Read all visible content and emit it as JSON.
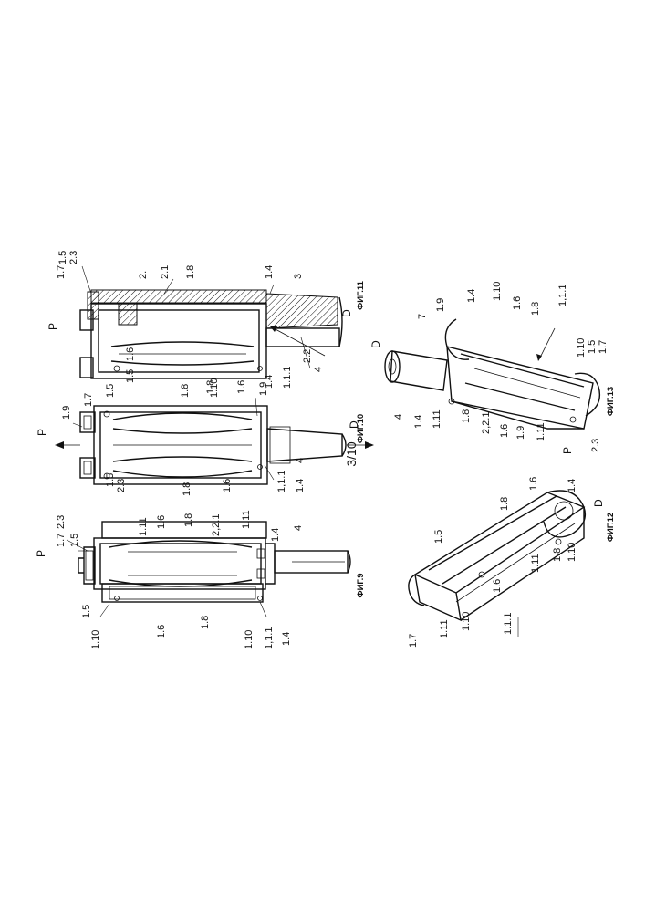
{
  "sheet": {
    "page_number": "3/10",
    "end_labels": {
      "proximal": "P",
      "distal": "D"
    }
  },
  "figures": [
    {
      "id": "fig9",
      "caption": "ФИГ.9",
      "labels": [
        "P",
        "2.3",
        "1.7",
        "1.5",
        "1.11",
        "1.6",
        "1.8",
        "2,2.1",
        "1.11",
        "1.4",
        "4",
        "1.5",
        "1.10",
        "1.6",
        "1.8",
        "1.10",
        "1,1.1",
        "1.4"
      ]
    },
    {
      "id": "fig10",
      "caption": "ФИГ.10",
      "labels": [
        "P",
        "1.9",
        "1.7",
        "1.5",
        "1.8",
        "1.6",
        "1.9",
        "D",
        "1.5",
        "2.3",
        "1.8",
        "1.6",
        "1,1.1",
        "1.4",
        "4"
      ]
    },
    {
      "id": "fig11",
      "caption": "ФИГ.11",
      "labels": [
        "P",
        "1.7",
        "1.5",
        "2.3",
        "2.",
        "2.1",
        "1.8",
        "1.4",
        "3",
        "1.5",
        "1.6",
        "1.8",
        "1.10",
        "1.4",
        "1.1.1",
        "2.2",
        "4",
        "D"
      ]
    },
    {
      "id": "fig12",
      "caption": "ФИГ.12",
      "labels": [
        "1.7",
        "1.11",
        "1.10",
        "1.1.1",
        "1.5",
        "1.8",
        "1.6",
        "1.4",
        "D",
        "1.6",
        "1.11",
        "1.8",
        "1.10"
      ]
    },
    {
      "id": "fig13",
      "caption": "ФИГ.13",
      "labels": [
        "D",
        "7",
        "1.9",
        "1.4",
        "1.10",
        "1.6",
        "1.8",
        "1,1.1",
        "4",
        "1.4",
        "1.11",
        "1.8",
        "2,2.1",
        "1.6",
        "1.9",
        "1.11",
        "2.3",
        "P",
        "1.10",
        "1.5",
        "1.7"
      ]
    }
  ]
}
